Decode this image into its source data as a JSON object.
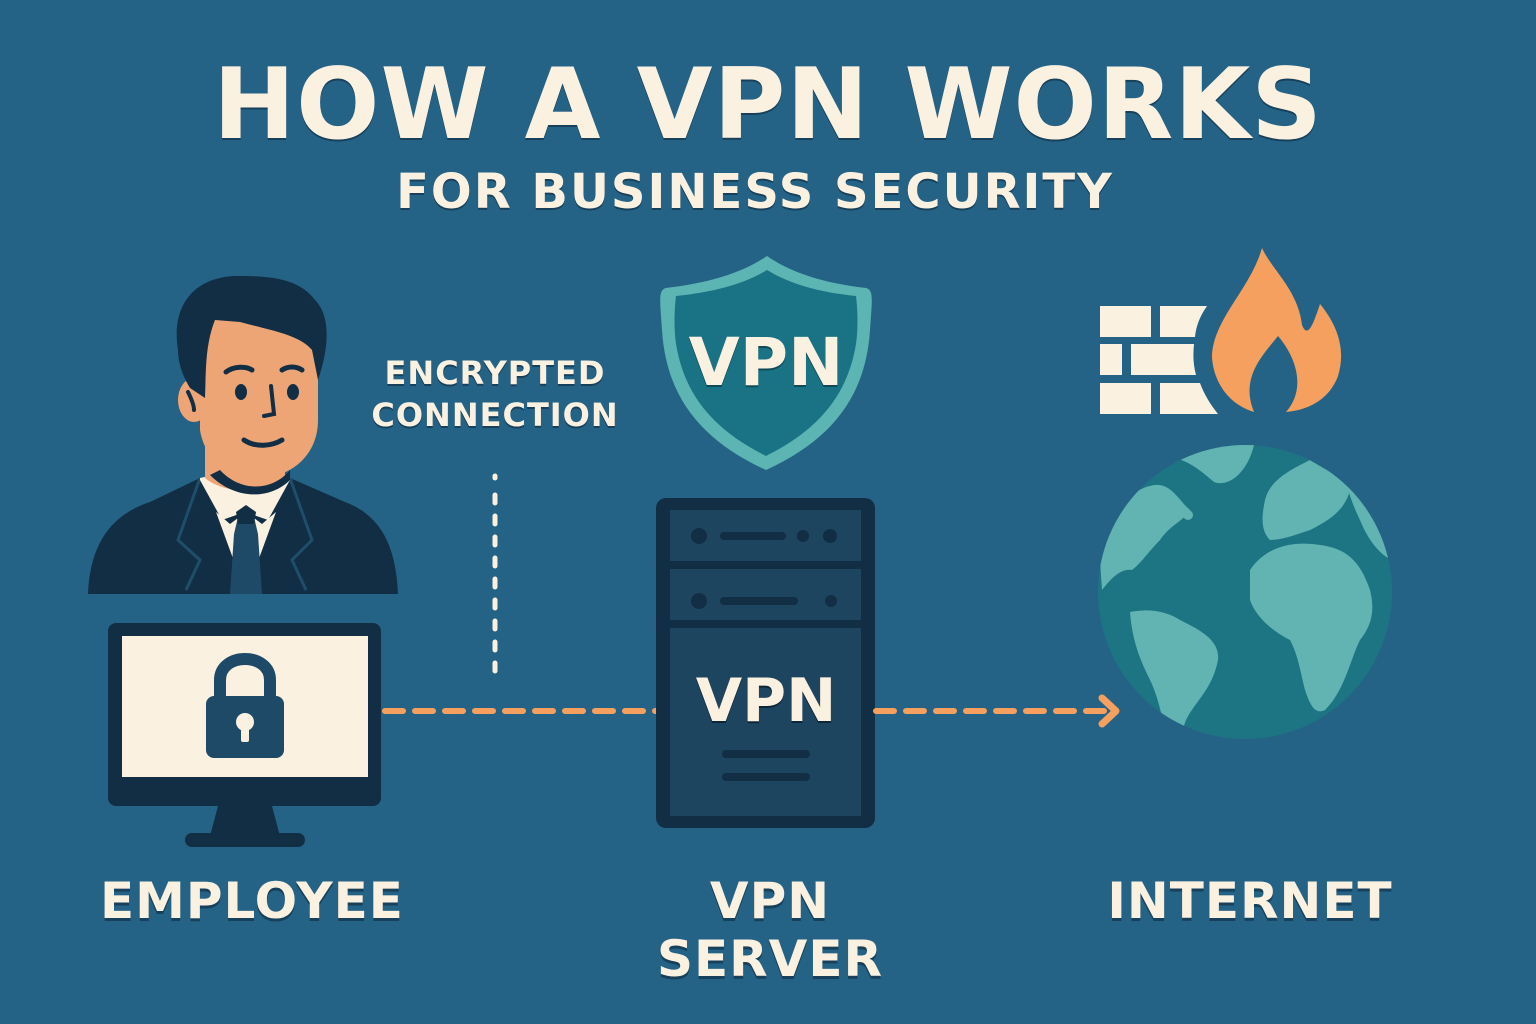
{
  "header": {
    "title": "HOW A VPN WORKS",
    "subtitle": "FOR BUSINESS SECURITY"
  },
  "annotation": {
    "line1": "ENCRYPTED",
    "line2": "CONNECTION"
  },
  "nodes": [
    {
      "id": "employee",
      "label": "EMPLOYEE",
      "icons": [
        "person-icon",
        "monitor-icon",
        "padlock-icon"
      ]
    },
    {
      "id": "vpn-server",
      "label": "VPN SERVER",
      "icons": [
        "shield-icon",
        "server-icon"
      ],
      "shield_text": "VPN",
      "server_text": "VPN"
    },
    {
      "id": "internet",
      "label": "INTERNET",
      "icons": [
        "firewall-icon",
        "flame-icon",
        "globe-icon"
      ]
    }
  ],
  "flow": [
    {
      "from": "employee",
      "to": "vpn-server",
      "style": "dashed"
    },
    {
      "from": "vpn-server",
      "to": "internet",
      "style": "dashed-arrow"
    }
  ],
  "colors": {
    "background": "#256386",
    "text": "#FBF1E1",
    "dark_navy": "#122E45",
    "panel": "#1E4560",
    "accent_orange": "#F5A05E",
    "shield_teal": "#1A7384",
    "shield_border": "#5DB5B3",
    "globe_ocean": "#1D7584",
    "globe_land": "#62B4B2",
    "skin": "#EEA576"
  }
}
